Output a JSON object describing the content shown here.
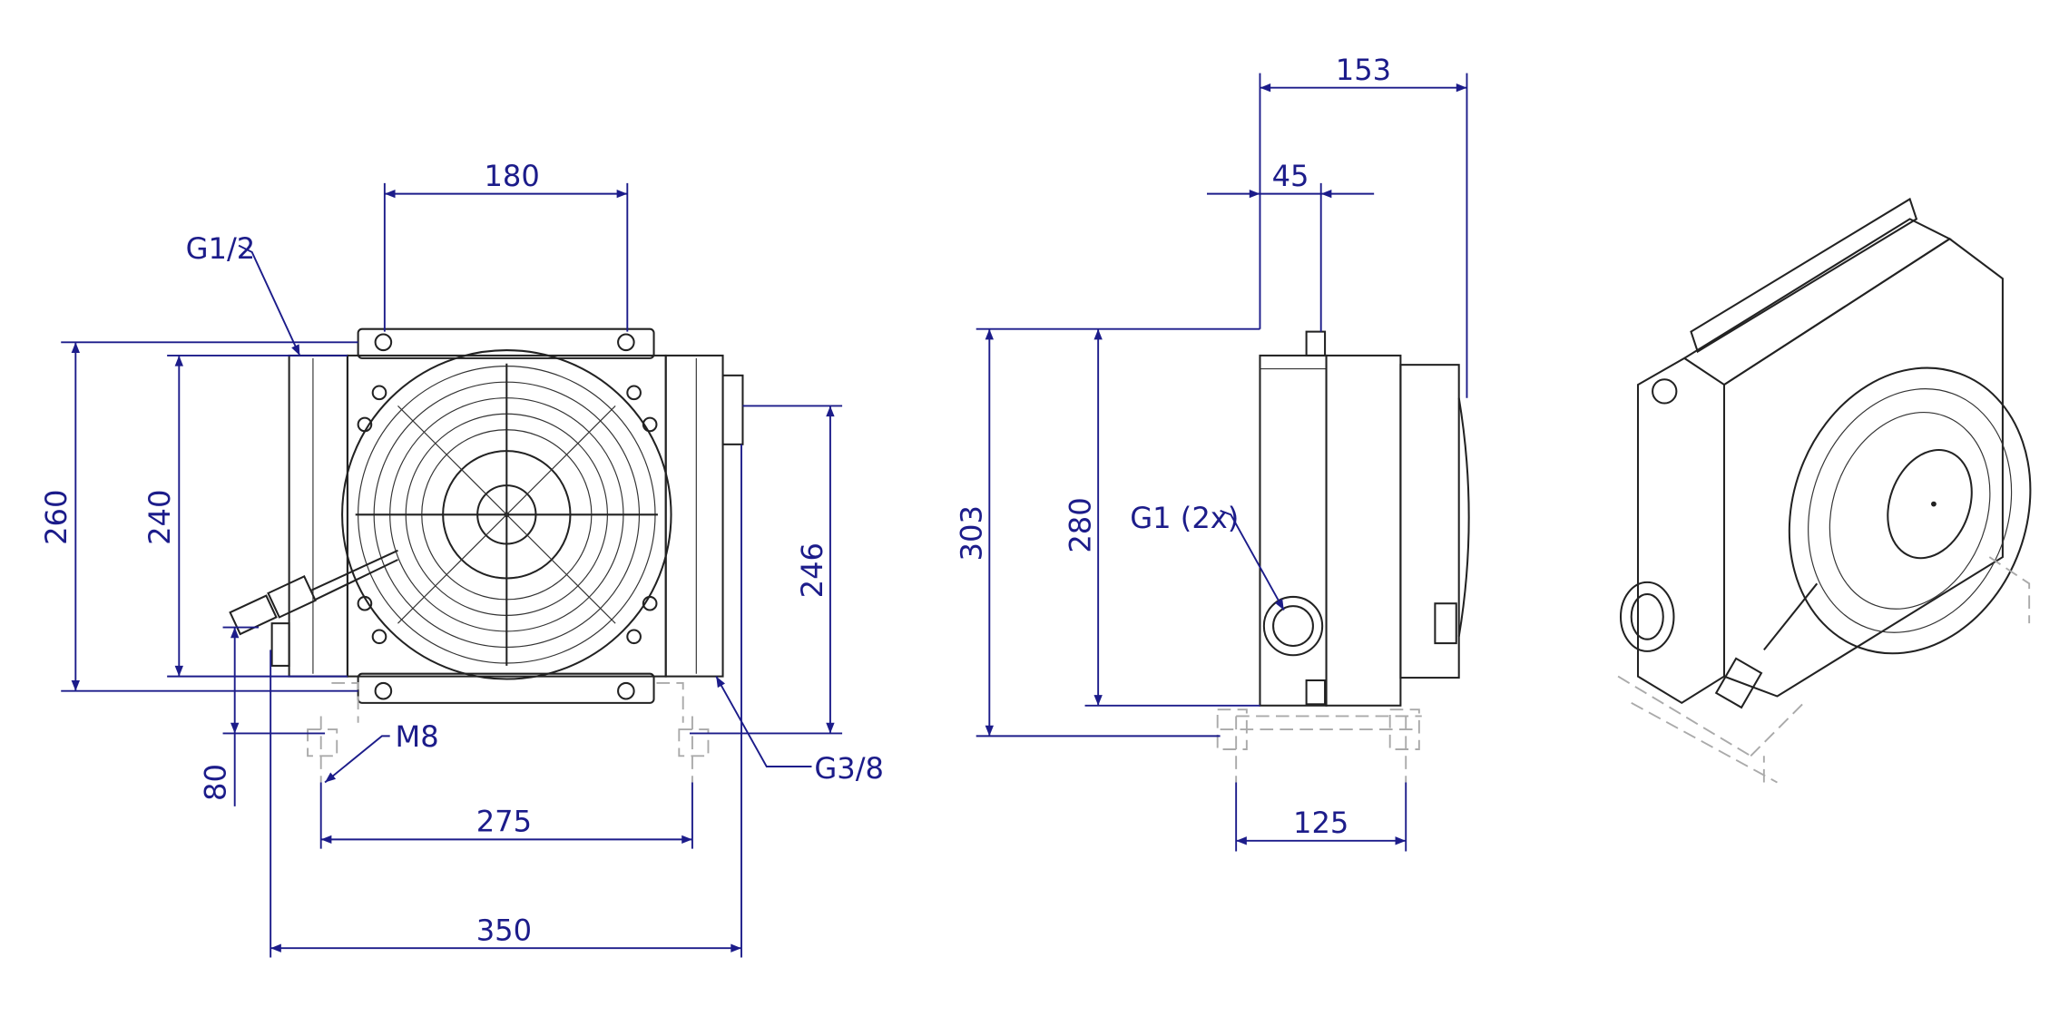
{
  "drawing": {
    "front_view": {
      "dimensions": {
        "hole_spacing_top": "180",
        "overall_height": "260",
        "core_height": "240",
        "port_height": "246",
        "foot_height": "80",
        "foot_spacing": "275",
        "overall_width": "350"
      },
      "callouts": {
        "inlet_port": "G1/2",
        "mount_thread": "M8",
        "drain_port": "G3/8"
      }
    },
    "side_view": {
      "dimensions": {
        "overall_depth": "153",
        "tank_depth": "45",
        "overall_height": "303",
        "core_height": "280",
        "foot_spacing": "125"
      },
      "callouts": {
        "ports": "G1 (2x)"
      }
    },
    "colors": {
      "dimension": "#1c1c8a",
      "outline": "#222222",
      "ghost": "#aaaaaa"
    }
  }
}
